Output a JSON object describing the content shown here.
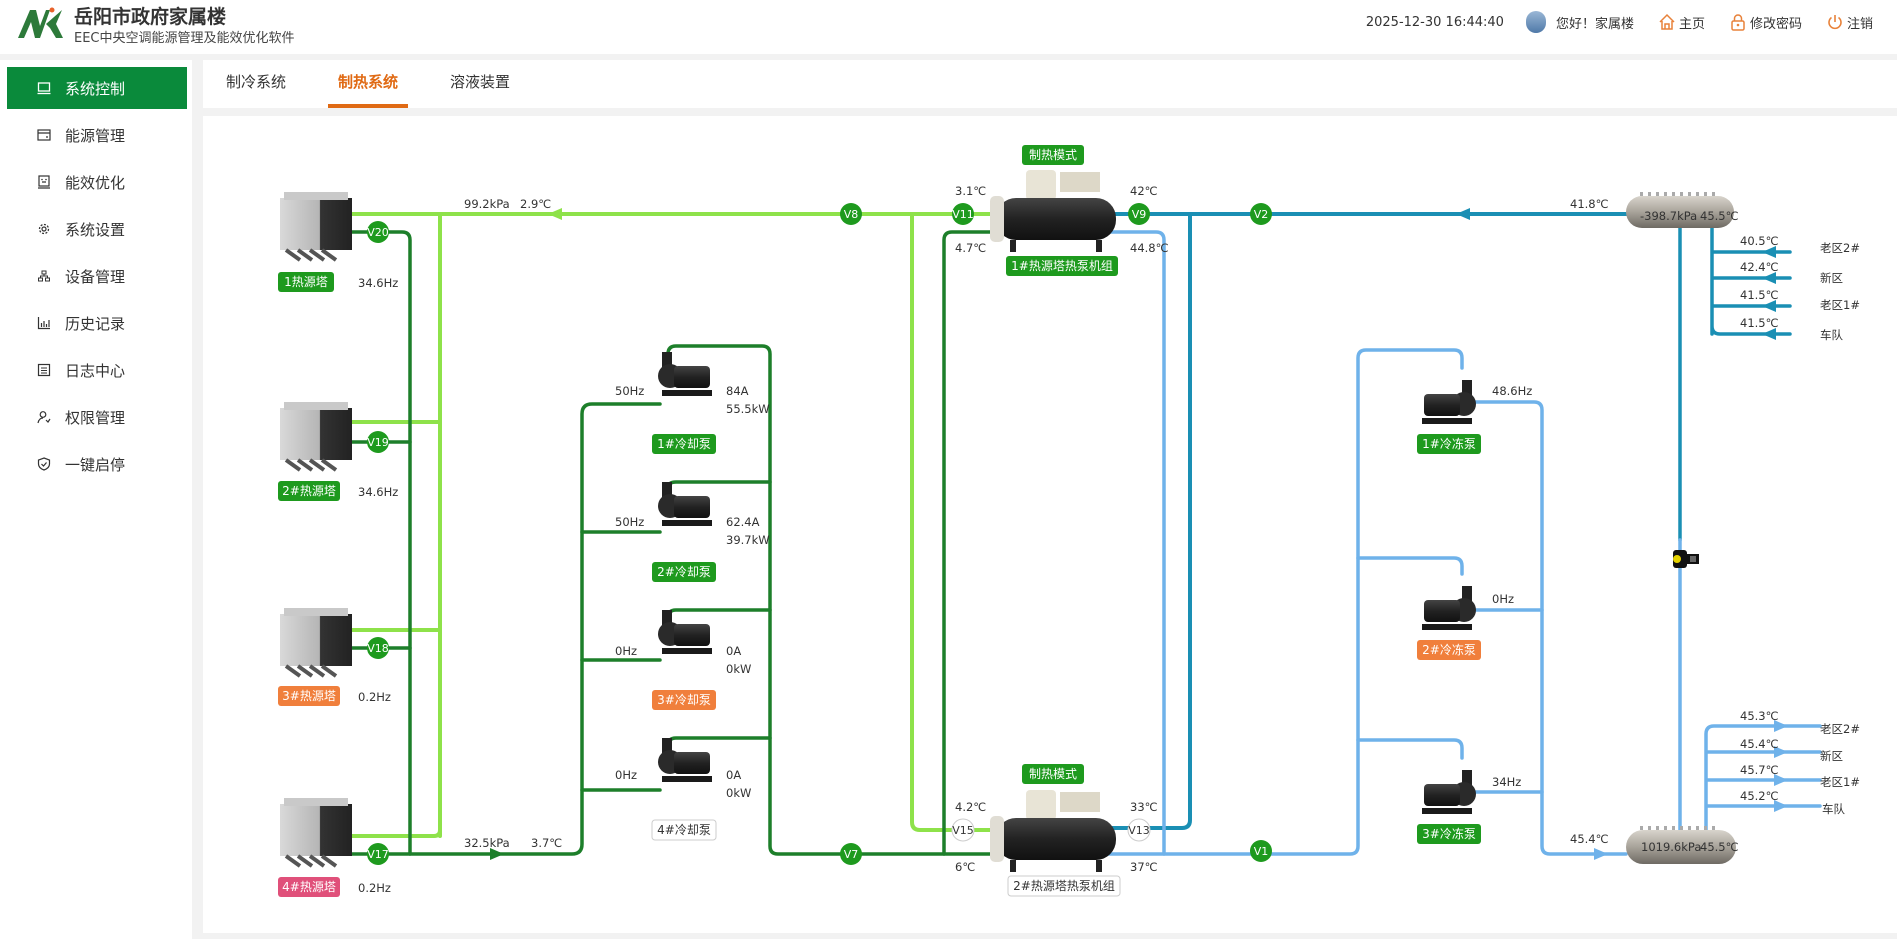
{
  "header": {
    "title": "岳阳市政府家属楼",
    "subtitle": "EEC中央空调能源管理及能效优化软件",
    "datetime": "2025-12-30 16:44:40",
    "greeting": "您好！家属楼",
    "home": "主页",
    "change_password": "修改密码",
    "logout": "注销"
  },
  "colors": {
    "brand": "#0a8a3b",
    "accent_tab": "#e06a14",
    "status_running": "#1e9a1e",
    "status_fault": "#f07f3c",
    "status_alarm": "#e0507a",
    "pipe_light_green": "#8ee24a",
    "pipe_dark_green": "#1d7f2a",
    "pipe_teal": "#1a8fb4",
    "pipe_light_blue": "#6fb2ea"
  },
  "sidebar": {
    "items": [
      {
        "label": "系统控制",
        "icon": "monitor-icon",
        "active": true
      },
      {
        "label": "能源管理",
        "icon": "wallet-icon",
        "active": false
      },
      {
        "label": "能效优化",
        "icon": "screen-icon",
        "active": false
      },
      {
        "label": "系统设置",
        "icon": "gear-icon",
        "active": false
      },
      {
        "label": "设备管理",
        "icon": "hierarchy-icon",
        "active": false
      },
      {
        "label": "历史记录",
        "icon": "bar-chart-icon",
        "active": false
      },
      {
        "label": "日志中心",
        "icon": "log-icon",
        "active": false
      },
      {
        "label": "权限管理",
        "icon": "user-permission-icon",
        "active": false
      },
      {
        "label": "一键启停",
        "icon": "shield-icon",
        "active": false
      }
    ]
  },
  "tabs": [
    {
      "label": "制冷系统",
      "active": false
    },
    {
      "label": "制热系统",
      "active": true
    },
    {
      "label": "溶液装置",
      "active": false
    }
  ],
  "towers": [
    {
      "label": "1热源塔",
      "status": "running",
      "valve": "V20",
      "freq": "34.6Hz"
    },
    {
      "label": "2#热源塔",
      "status": "running",
      "valve": "V19",
      "freq": "34.6Hz"
    },
    {
      "label": "3#热源塔",
      "status": "fault",
      "valve": "V18",
      "freq": "0.2Hz"
    },
    {
      "label": "4#热源塔",
      "status": "alarm",
      "valve": "V17",
      "freq": "0.2Hz"
    }
  ],
  "tower_supply": {
    "pressure": "99.2kPa",
    "temp": "2.9℃"
  },
  "tower_return": {
    "pressure": "32.5kPa",
    "temp": "3.7℃"
  },
  "cooling_pumps": [
    {
      "label": "1#冷却泵",
      "status": "running",
      "freq": "50Hz",
      "current": "84A",
      "power": "55.5kW"
    },
    {
      "label": "2#冷却泵",
      "status": "running",
      "freq": "50Hz",
      "current": "62.4A",
      "power": "39.7kW"
    },
    {
      "label": "3#冷却泵",
      "status": "fault",
      "freq": "0Hz",
      "current": "0A",
      "power": "0kW"
    },
    {
      "label": "4#冷却泵",
      "status": "stopped",
      "freq": "0Hz",
      "current": "0A",
      "power": "0kW"
    }
  ],
  "heat_pumps": [
    {
      "label": "1#热源塔热泵机组",
      "status": "running",
      "mode": "制热模式",
      "evap_out": "3.1℃",
      "evap_in": "4.7℃",
      "cond_out": "42℃",
      "cond_in": "44.8℃",
      "valve_left": "V11",
      "valve_right": "V9"
    },
    {
      "label": "2#热源塔热泵机组",
      "status": "stopped",
      "mode": "制热模式",
      "evap_out": "4.2℃",
      "evap_in": "6℃",
      "cond_out": "33℃",
      "cond_in": "37℃",
      "valve_left": "V15",
      "valve_right": "V13"
    }
  ],
  "valves_main": [
    "V8",
    "V7",
    "V2",
    "V1"
  ],
  "chilled_pumps": [
    {
      "label": "1#冷冻泵",
      "status": "running",
      "freq": "48.6Hz"
    },
    {
      "label": "2#冷冻泵",
      "status": "fault",
      "freq": "0Hz"
    },
    {
      "label": "3#冷冻泵",
      "status": "running",
      "freq": "34Hz"
    }
  ],
  "return_header": {
    "inlet_temp": "41.8℃",
    "pressure": "-398.7kPa",
    "temp": "45.5℃",
    "branches": [
      {
        "temp": "40.5℃",
        "zone": "老区2#"
      },
      {
        "temp": "42.4℃",
        "zone": "新区"
      },
      {
        "temp": "41.5℃",
        "zone": "老区1#"
      },
      {
        "temp": "41.5℃",
        "zone": "车队"
      }
    ]
  },
  "supply_header": {
    "inlet_temp": "45.4℃",
    "pressure": "1019.6kPa",
    "temp": "45.5℃",
    "branches": [
      {
        "temp": "45.3℃",
        "zone": "老区2#"
      },
      {
        "temp": "45.4℃",
        "zone": "新区"
      },
      {
        "temp": "45.7℃",
        "zone": "老区1#"
      },
      {
        "temp": "45.2℃",
        "zone": "车队"
      }
    ]
  }
}
